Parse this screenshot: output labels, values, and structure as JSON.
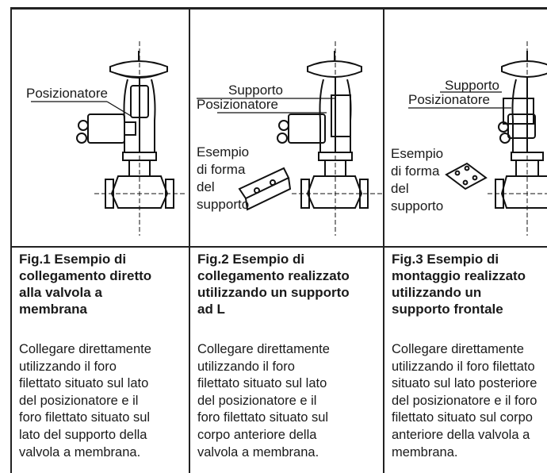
{
  "panels": [
    {
      "labels": {
        "positioner": "Posizionatore"
      },
      "title_lines": [
        "Fig.1 Esempio di",
        "collegamento diretto",
        "alla valvola a",
        "membrana"
      ],
      "body_lines": [
        "Collegare direttamente",
        "utilizzando il foro",
        "filettato situato sul lato",
        "del posizionatore e il",
        "foro filettato situato sul",
        "lato del supporto della",
        "valvola a membrana."
      ]
    },
    {
      "labels": {
        "support": "Supporto",
        "positioner": "Posizionatore",
        "example_lines": [
          "Esempio",
          "di forma",
          "del",
          "supporto"
        ]
      },
      "title_lines": [
        "Fig.2 Esempio di",
        "collegamento realizzato",
        "utilizzando un supporto",
        "ad L"
      ],
      "body_lines": [
        "Collegare direttamente",
        "utilizzando il foro",
        "filettato situato sul lato",
        "del posizionatore e il",
        "foro filettato situato sul",
        "corpo anteriore della",
        "valvola a membrana."
      ]
    },
    {
      "labels": {
        "support": "Supporto",
        "positioner": "Posizionatore",
        "example_lines": [
          "Esempio",
          "di forma",
          "del",
          "supporto"
        ]
      },
      "title_lines": [
        "Fig.3 Esempio di",
        "montaggio realizzato",
        "utilizzando un",
        "supporto frontale"
      ],
      "body_lines": [
        "Collegare direttamente",
        "utilizzando il foro filettato",
        "situato sul lato posteriore",
        "del posizionatore e il foro",
        "filettato situato sul corpo",
        "anteriore della valvola a",
        "membrana."
      ]
    }
  ]
}
